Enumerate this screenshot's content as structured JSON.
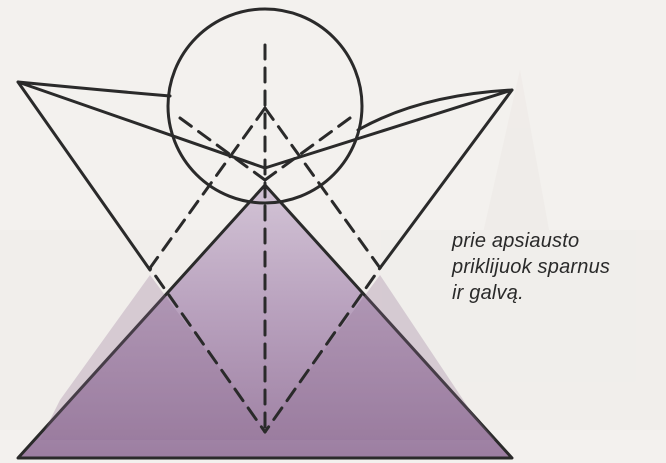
{
  "instruction": {
    "lines": [
      "prie apsiausto",
      "priklijuok sparnus",
      "ir galvą."
    ]
  },
  "colors": {
    "paper": "#f3f1ee",
    "ink": "#2a2a2a",
    "robe_fill_light": "#c5b3c9",
    "robe_fill_dark": "#9b7e9f"
  },
  "parts": [
    "wings",
    "head",
    "robe"
  ]
}
